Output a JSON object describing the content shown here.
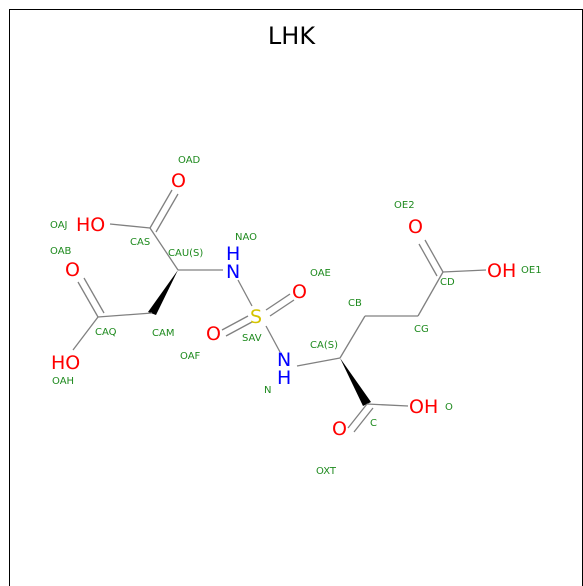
{
  "title": "LHK",
  "colors": {
    "oxygen": "#ff0000",
    "nitrogen": "#0000ff",
    "sulfur": "#d4c400",
    "bond": "#808080",
    "atom_label": "#1e8a1e"
  },
  "atoms": {
    "o_oad": "O",
    "ho_oaj": "HO",
    "o_oab": "O",
    "ho_oah": "HO",
    "nh_nao_n": "N",
    "nh_nao_h": "H",
    "o_oae": "O",
    "s_sav": "S",
    "o_oaf": "O",
    "nh_n_n": "N",
    "nh_n_h": "H",
    "o_oe2": "O",
    "oh_oe1": "OH",
    "oh_o": "OH",
    "o_oxt": "O"
  },
  "labels": {
    "oad": "OAD",
    "oaj": "OAJ",
    "oab": "OAB",
    "oah": "OAH",
    "cas": "CAS",
    "cau": "CAU(S)",
    "nao": "NAO",
    "caq": "CAQ",
    "cam": "CAM",
    "oae": "OAE",
    "sav": "SAV",
    "oaf": "OAF",
    "n": "N",
    "oe2": "OE2",
    "cd": "CD",
    "oe1": "OE1",
    "cb": "CB",
    "cg": "CG",
    "ca": "CA(S)",
    "o": "O",
    "c": "C",
    "oxt": "OXT"
  }
}
